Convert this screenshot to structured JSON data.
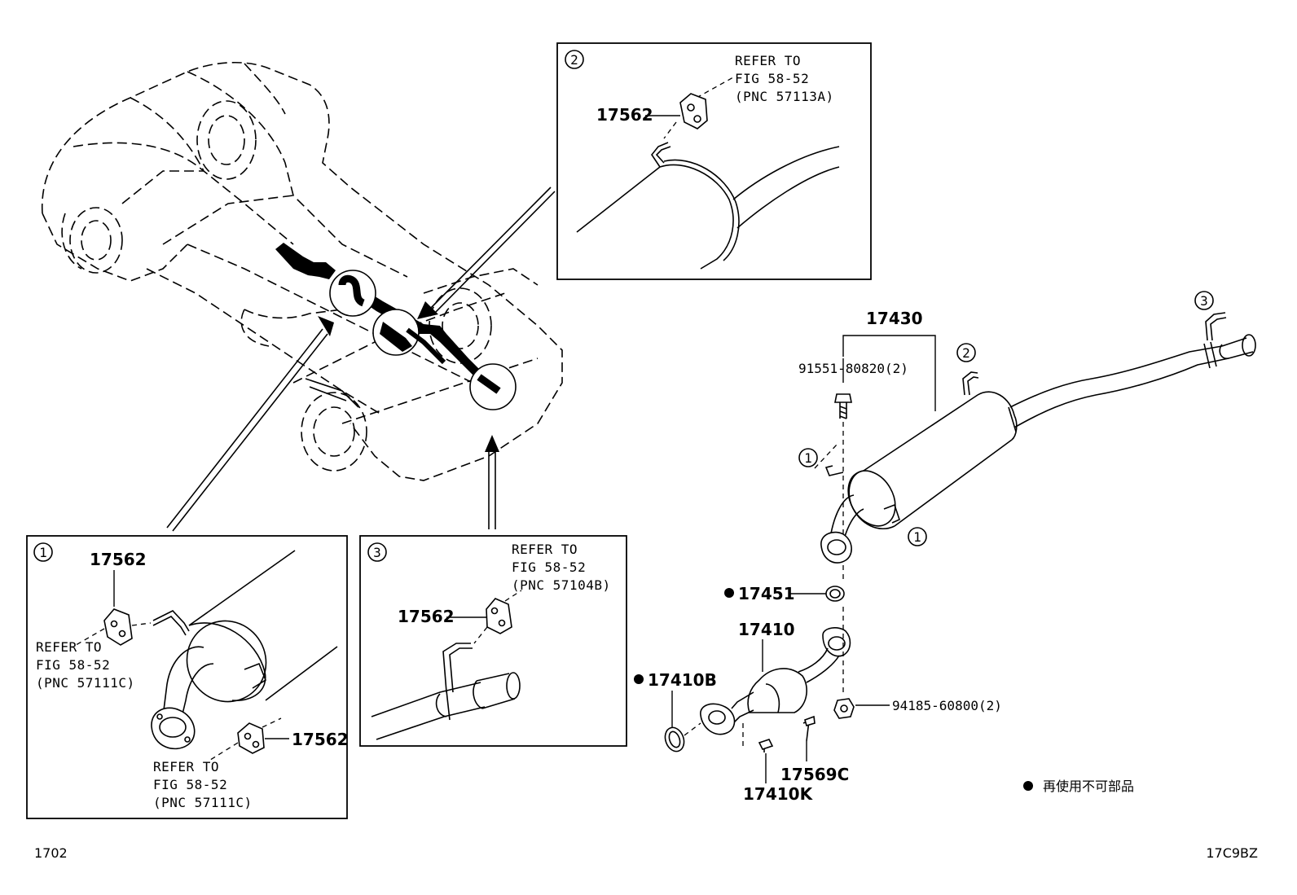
{
  "callouts": {
    "c1": "1",
    "c2": "2",
    "c3": "3"
  },
  "detail2": {
    "part": "17562",
    "refer": [
      "REFER TO",
      "FIG 58-52",
      "(PNC 57113A)"
    ]
  },
  "detail1": {
    "part_top": "17562",
    "part_bottom": "17562",
    "refer_top": [
      "REFER TO",
      "FIG 58-52",
      "(PNC 57111C)"
    ],
    "refer_bottom": [
      "REFER TO",
      "FIG 58-52",
      "(PNC 57111C)"
    ]
  },
  "detail3": {
    "part": "17562",
    "refer": [
      "REFER TO",
      "FIG 58-52",
      "(PNC 57104B)"
    ]
  },
  "main": {
    "p17430": "17430",
    "p91551": "91551-80820(2)",
    "p17451": "17451",
    "p17410": "17410",
    "p17410B": "17410B",
    "p94185": "94185-60800(2)",
    "p17569C": "17569C",
    "p17410K": "17410K"
  },
  "legend": {
    "text": "再使用不可部品"
  },
  "footer": {
    "left": "1702",
    "right": "17C9BZ"
  }
}
